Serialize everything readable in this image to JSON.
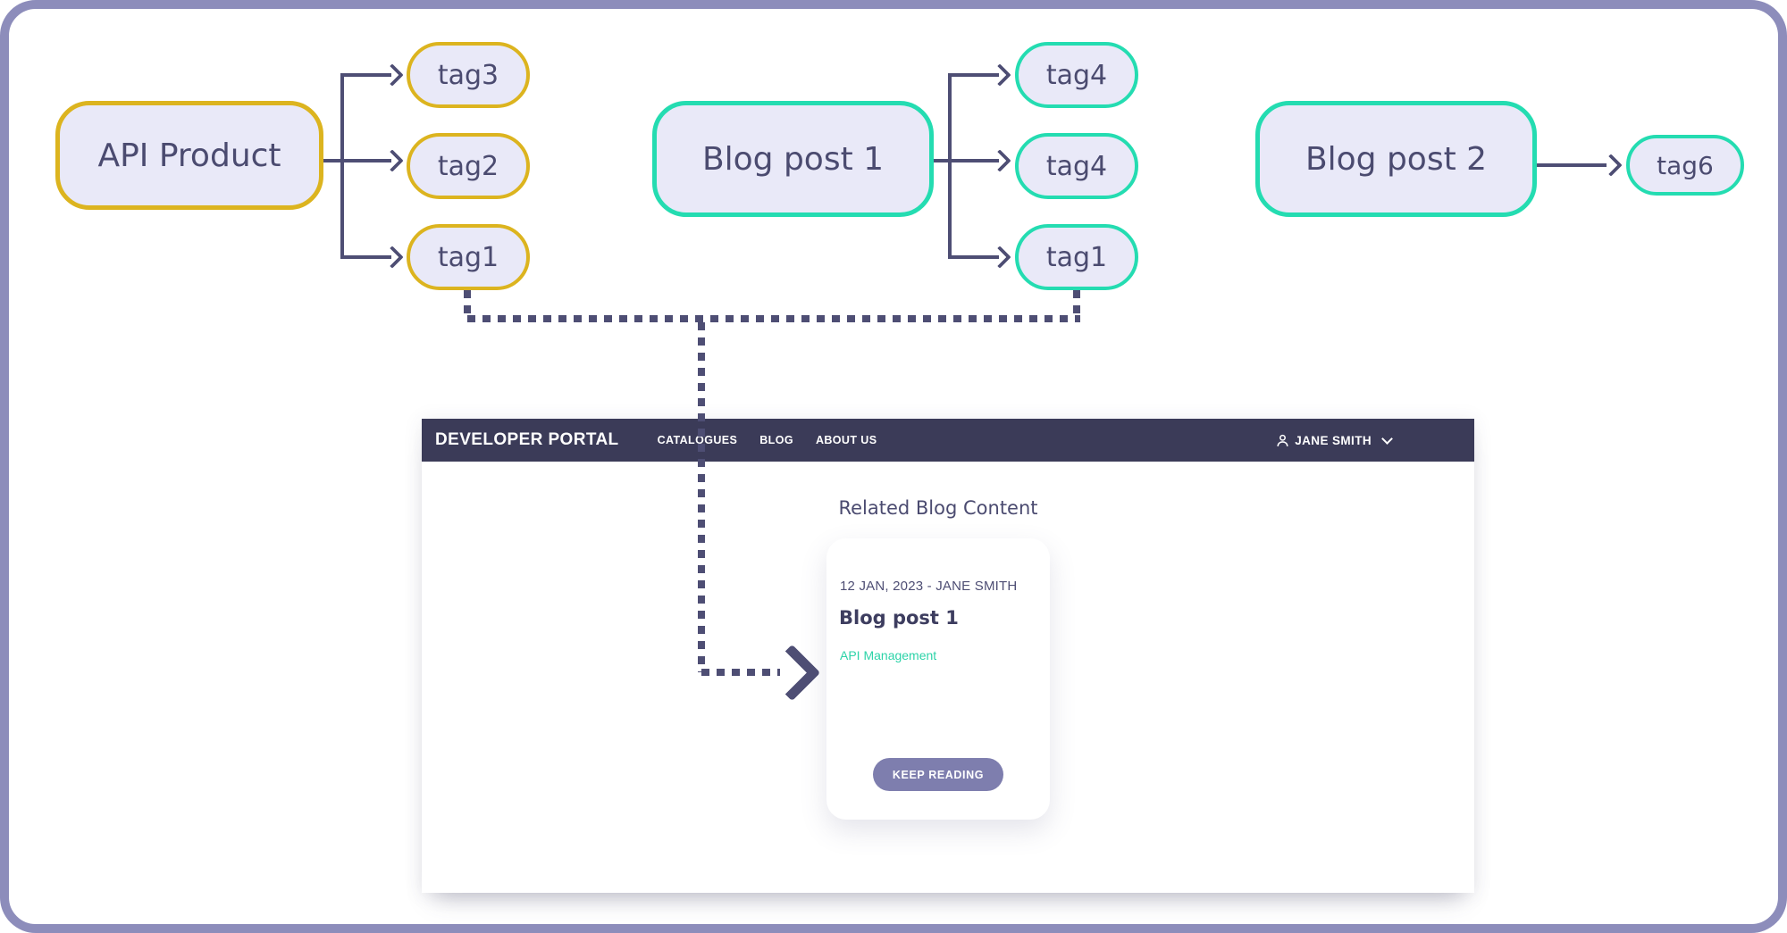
{
  "frame": {
    "border_color": "#8d8dbb"
  },
  "diagram": {
    "node_fill": "#e9e9f8",
    "text_color": "#4b4b70",
    "connector_color": "#4e4e74",
    "api_group": {
      "label": "API Product",
      "accent": "#dcb41f",
      "tags": [
        "tag3",
        "tag2",
        "tag1"
      ]
    },
    "blog1_group": {
      "label": "Blog post 1",
      "accent": "#24dcb1",
      "tags": [
        "tag4",
        "tag4",
        "tag1"
      ]
    },
    "blog2_group": {
      "label": "Blog post 2",
      "accent": "#24dcb1",
      "tags": [
        "tag6"
      ]
    }
  },
  "portal": {
    "header": {
      "bg": "#3b3b58",
      "brand": "DEVELOPER PORTAL",
      "nav": [
        {
          "label": "CATALOGUES"
        },
        {
          "label": "BLOG"
        },
        {
          "label": "ABOUT US"
        }
      ],
      "user_name": "JANE SMITH"
    },
    "section_title": "Related Blog Content",
    "card": {
      "meta": "12 JAN, 2023 - JANE SMITH",
      "title": "Blog post 1",
      "tag": "API Management",
      "tag_color": "#2cd3a8",
      "button": {
        "label": "KEEP READING",
        "bg": "#7e7eae"
      }
    }
  }
}
